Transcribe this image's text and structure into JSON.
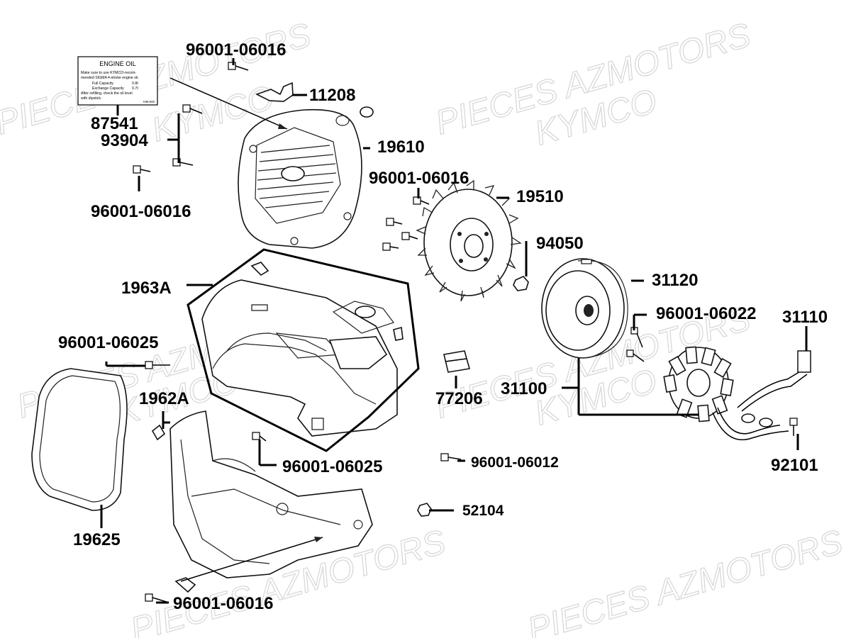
{
  "watermarks": {
    "brand_text": "PIECES AZMOTORS",
    "make_text": "KYMCO"
  },
  "oil_label": {
    "title": "ENGINE OIL",
    "line1": "Make sure to use KYMCO-recom-",
    "line2": "mended SIGMA 4-stroke engine oil.",
    "line3_name": "Full Capacity",
    "line3_value": "0.8ℓ",
    "line4_name": "Exchange Capacity",
    "line4_value": "0.7ℓ",
    "line5": "After refilling, check the oil level",
    "line6": "with dipstick.",
    "code": "K95-600"
  },
  "parts": {
    "p96001_06016_top": "96001-06016",
    "p11208": "11208",
    "p87541": "87541",
    "p93904": "93904",
    "p19610": "19610",
    "p96001_06016_left": "96001-06016",
    "p96001_06016_fan": "96001-06016",
    "p19510": "19510",
    "p94050": "94050",
    "p1963A": "1963A",
    "p31120": "31120",
    "p96001_06022": "96001-06022",
    "p31110": "31110",
    "p96001_06025_left": "96001-06025",
    "p77206": "77206",
    "p31100": "31100",
    "p1962A": "1962A",
    "p96001_06025_mid": "96001-06025",
    "p96001_06012": "96001-06012",
    "p92101": "92101",
    "p52104": "52104",
    "p19625": "19625",
    "p96001_06016_bottom": "96001-06016"
  }
}
